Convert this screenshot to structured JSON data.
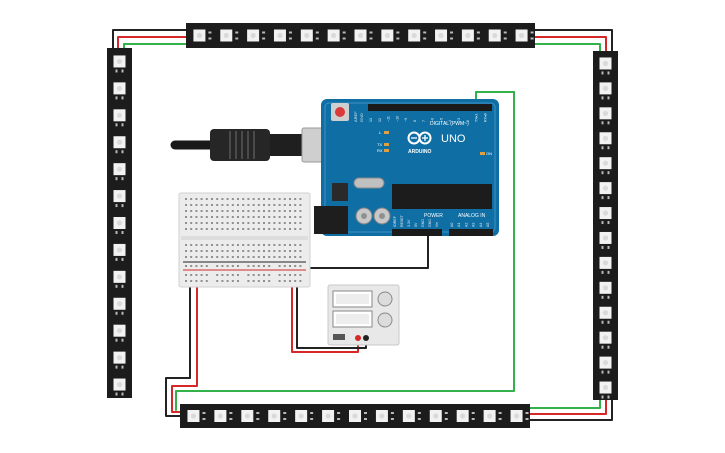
{
  "colors": {
    "background": "#ffffff",
    "strip_body": "#1c1c1c",
    "led_white": "#f2f2f2",
    "board_blue": "#0f6fa5",
    "wire_black": "#222222",
    "wire_red": "#d62828",
    "wire_green": "#33b14a",
    "breadboard": "#ececec",
    "supply_case": "#e8e8e8"
  },
  "strips": {
    "top_leds": 13,
    "bottom_leds": 13,
    "left_leds": 13,
    "right_leds": 14
  },
  "arduino": {
    "brand": "ARDUINO",
    "model": "UNO",
    "digital_header": "DIGITAL (PWM~)",
    "power_header": "POWER",
    "analog_header": "ANALOG IN",
    "aref": "AREF",
    "gnd": "GND",
    "on_label": "ON",
    "l_label": "L",
    "tx_label": "TX",
    "rx_label": "RX",
    "digital_pins": [
      "13",
      "12",
      "~11",
      "~10",
      "~9",
      "8",
      "7",
      "~6",
      "~5",
      "4",
      "~3",
      "2",
      "TX▸1",
      "RX◂0"
    ],
    "power_pins": [
      "IOREF",
      "RESET",
      "3.3V",
      "5V",
      "GND",
      "GND",
      "Vin"
    ],
    "analog_pins": [
      "A0",
      "A1",
      "A2",
      "A3",
      "A4",
      "A5"
    ]
  }
}
